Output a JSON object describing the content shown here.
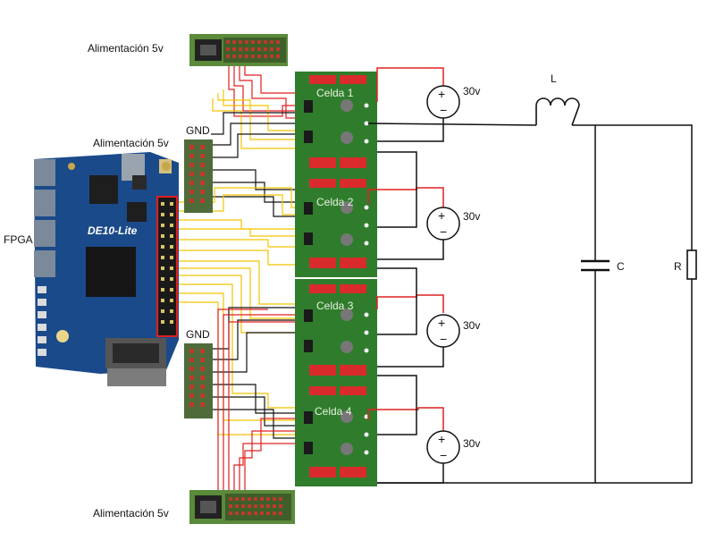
{
  "labels": {
    "power_top": "Alimentación 5v",
    "power_fpga": "Alimentación 5v",
    "power_bottom": "Alimentación 5v",
    "gnd_top": "GND",
    "gnd_bottom": "GND",
    "fpga": "FPGA",
    "board_model": "DE10-Lite",
    "cells": [
      "Celda 1",
      "Celda 2",
      "Celda 3",
      "Celda 4"
    ],
    "sources": [
      "30v",
      "30v",
      "30v",
      "30v"
    ],
    "inductor": "L",
    "capacitor": "C",
    "resistor": "R"
  },
  "colors": {
    "board_green": "#2f7d2c",
    "fpga_blue": "#1b4a8a",
    "wire_red": "#e02020",
    "wire_yellow": "#f2c400",
    "wire_black": "#111111",
    "header_pin": "#c0392b",
    "relay_red": "#d92b2b"
  },
  "icons": [
    "power-jack-icon",
    "dc-source-icon",
    "inductor-icon",
    "capacitor-icon",
    "resistor-icon"
  ]
}
